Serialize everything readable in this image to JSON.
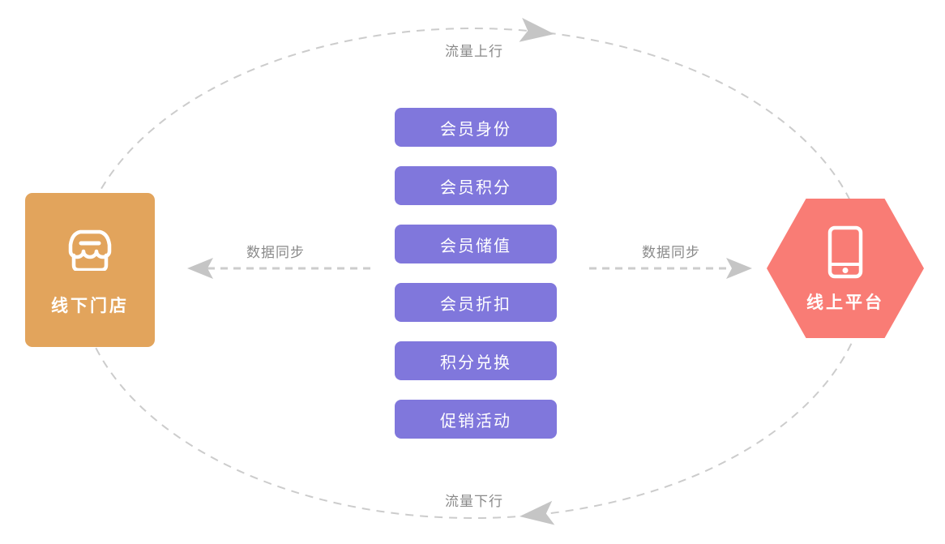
{
  "nodes": {
    "offline_store": {
      "label": "线下门店",
      "icon": "storefront-icon"
    },
    "online_platform": {
      "label": "线上平台",
      "icon": "phone-icon"
    }
  },
  "center_items": [
    "会员身份",
    "会员积分",
    "会员储值",
    "会员折扣",
    "积分兑换",
    "促销活动"
  ],
  "labels": {
    "flow_up": "流量上行",
    "flow_down": "流量下行",
    "sync_left": "数据同步",
    "sync_right": "数据同步"
  },
  "colors": {
    "offline_store": "#e2a45c",
    "online_platform": "#f97c75",
    "center_item": "#8077dc",
    "line": "#cccccc",
    "arrow": "#c5c5c5",
    "label_text": "#8a8a8a"
  }
}
